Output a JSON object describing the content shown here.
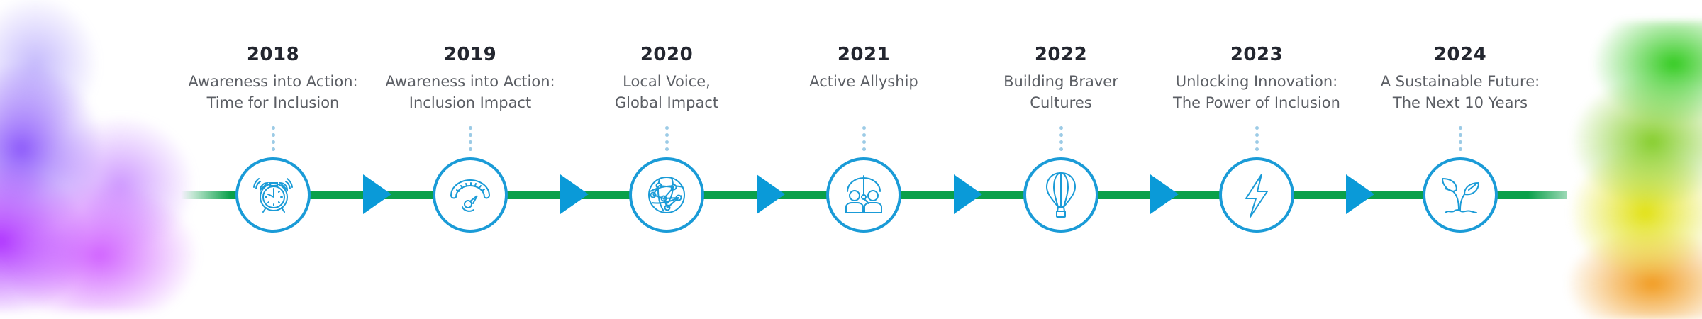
{
  "colors": {
    "line": "#0aa04a",
    "node_stroke": "#1a9bd7",
    "arrow": "#0a9ad8",
    "year_text": "#23262f",
    "subtitle_text": "#5b5e64"
  },
  "milestones": [
    {
      "year": "2018",
      "line1": "Awareness into Action:",
      "line2": "Time for Inclusion",
      "icon": "alarm-clock-icon"
    },
    {
      "year": "2019",
      "line1": "Awareness into Action:",
      "line2": "Inclusion Impact",
      "icon": "gauge-icon"
    },
    {
      "year": "2020",
      "line1": "Local Voice,",
      "line2": "Global Impact",
      "icon": "network-globe-icon"
    },
    {
      "year": "2021",
      "line1": "Active Allyship",
      "line2": "",
      "icon": "umbrella-people-icon"
    },
    {
      "year": "2022",
      "line1": "Building Braver",
      "line2": "Cultures",
      "icon": "hot-air-balloon-icon"
    },
    {
      "year": "2023",
      "line1": "Unlocking Innovation:",
      "line2": "The Power of Inclusion",
      "icon": "lightning-bolt-icon"
    },
    {
      "year": "2024",
      "line1": "A Sustainable Future:",
      "line2": "The Next 10 Years",
      "icon": "sprout-icon"
    }
  ]
}
